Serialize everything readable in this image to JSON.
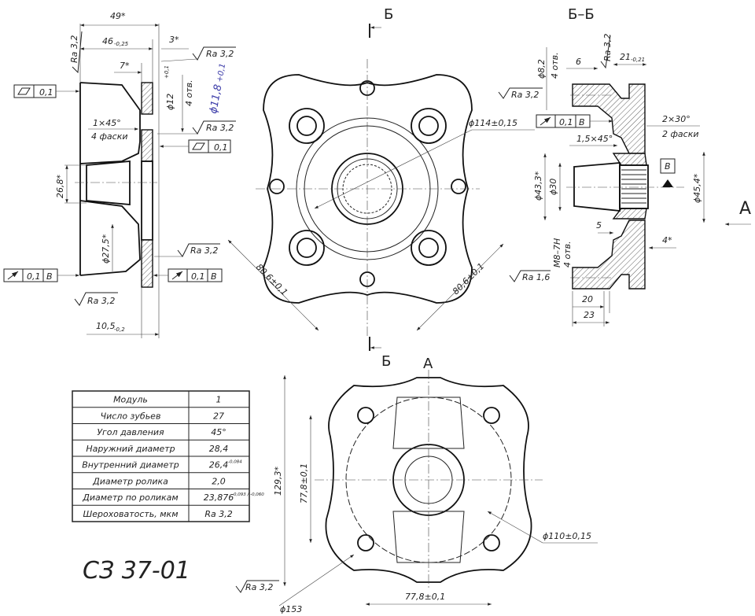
{
  "left_view": {
    "dim_49": "49*",
    "dim_46": "46",
    "dim_46_tol": "-0,25",
    "dim_3": "3*",
    "dim_7": "7*",
    "ra_top_left": "Ra 3,2",
    "ra_top_right": "Ra 3,2",
    "ra_mid": "Ra 3,2",
    "ra_lower": "Ra 3,2",
    "ra_bottom": "Ra 3,2",
    "hole_dia": "ϕ12",
    "hole_dia_tol": "+0,1",
    "hole_count": "4 отв.",
    "handwritten_dia": "ϕ11,8",
    "handwritten_tol": "+0,1",
    "flatness_1": "0,1",
    "flatness_2": "0,1",
    "chamfer": "1×45°",
    "chamfer_count": "4 фаски",
    "dim_26_8": "26,8*",
    "dim_27_5": "ϕ27,5*",
    "runout_left_value": "0,1",
    "runout_left_base": "В",
    "runout_right_value": "0,1",
    "runout_right_base": "В",
    "dim_10_5": "10,5",
    "dim_10_5_tol": "-0,2"
  },
  "top_view": {
    "section_mark_top": "Б",
    "section_mark_bottom": "Б",
    "dia_114": "ϕ114±0,15",
    "dim_80_6_left": "80,6±0,1",
    "dim_80_6_right": "80,6±0,1"
  },
  "section_view": {
    "title": "Б–Б",
    "dia_8_2": "ϕ8,2",
    "hole_count_top": "4 отв.",
    "dim_6": "6",
    "ra_top": "Ra 3,2",
    "ra_left": "Ra 3,2",
    "dim_21": "21",
    "dim_21_tol": "-0,21",
    "runout_value": "0,1",
    "runout_base": "В",
    "chamfer_2x30": "2×30°",
    "chamfer_count": "2 фаски",
    "chamfer_1_5": "1,5×45°",
    "dia_43_3": "ϕ43,3*",
    "dia_30": "ϕ30",
    "datum": "В",
    "dia_45_4": "ϕ45,4*",
    "view_arrow": "А",
    "dim_5": "5",
    "dim_4": "4*",
    "thread": "M8–7H",
    "hole_count_bottom": "4 отв.",
    "ra_bottom": "Ra 1,6",
    "dim_20": "20",
    "dim_23": "23"
  },
  "bottom_view": {
    "title": "А",
    "dim_129_3": "129,3*",
    "dim_77_8_v": "77,8±0,1",
    "dim_77_8_h": "77,8±0,1",
    "dia_110": "ϕ110±0,15",
    "ra": "Ra 3,2",
    "dia_153": "ϕ153"
  },
  "spline_table": {
    "rows": [
      {
        "param": "Модуль",
        "value": "1",
        "tol": ""
      },
      {
        "param": "Число зубьев",
        "value": "27",
        "tol": ""
      },
      {
        "param": "Угол давления",
        "value": "45°",
        "tol": ""
      },
      {
        "param": "Наружний диаметр",
        "value": "28,4",
        "tol": ""
      },
      {
        "param": "Внутренний диаметр",
        "value": "26,4",
        "tol": "-0,084"
      },
      {
        "param": "Диаметр ролика",
        "value": "2,0",
        "tol": ""
      },
      {
        "param": "Диаметр по роликам",
        "value": "23,876",
        "tol": "-0,093 / -0,060"
      },
      {
        "param": "Шероховатость, мкм",
        "value": "Ra 3,2",
        "tol": ""
      }
    ]
  },
  "drawing_number": "СЗ 37-01"
}
